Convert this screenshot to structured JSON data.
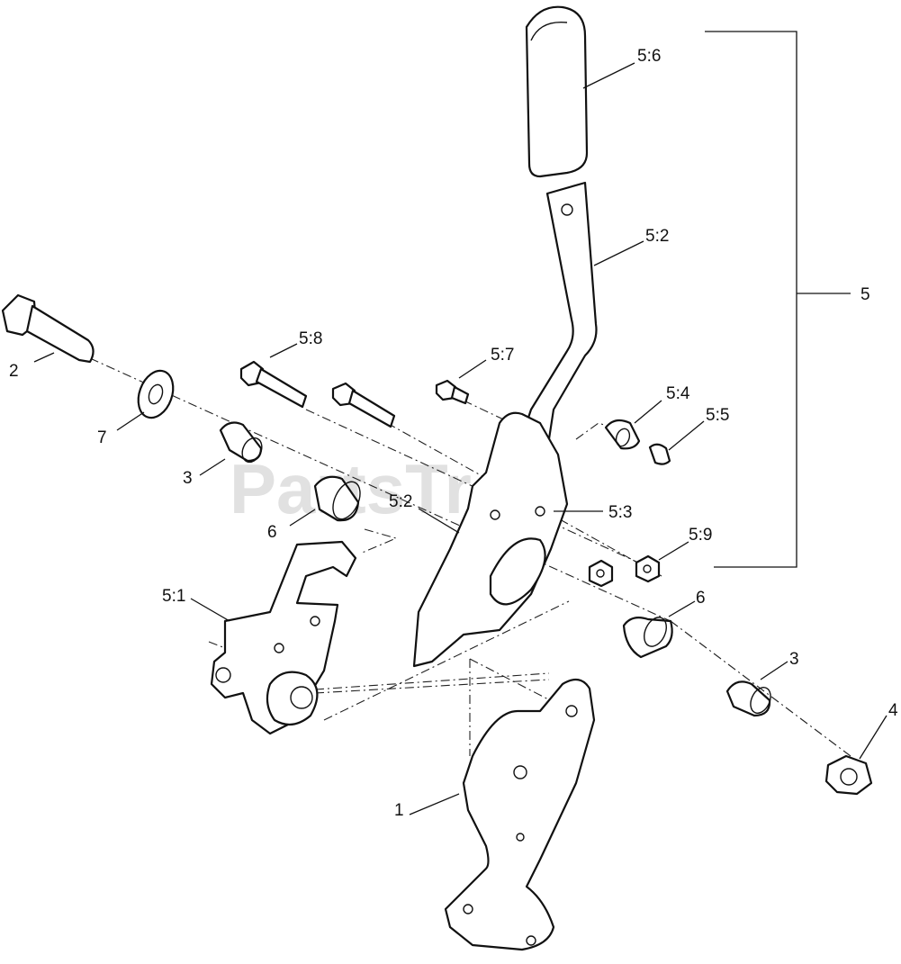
{
  "watermark": "PartsTree",
  "callouts": {
    "c1": "1",
    "c2": "2",
    "c3a": "3",
    "c3b": "3",
    "c4": "4",
    "c5": "5",
    "c6a": "6",
    "c6b": "6",
    "c7": "7",
    "c51": "5:1",
    "c52a": "5:2",
    "c52b": "5:2",
    "c53": "5:3",
    "c54": "5:4",
    "c55": "5:5",
    "c56": "5:6",
    "c57": "5:7",
    "c58": "5:8",
    "c59": "5:9"
  }
}
